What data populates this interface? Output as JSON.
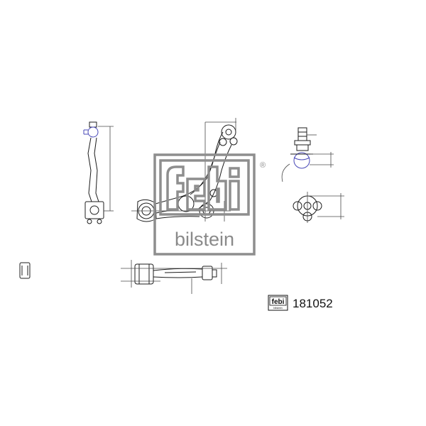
{
  "watermark": {
    "brand_top": "febi",
    "brand_bottom": "bilstein",
    "registered": "®"
  },
  "part_label": {
    "logo_top": "febi",
    "logo_bottom": "bilstein",
    "part_number": "181052"
  },
  "colors": {
    "line": "#1c1c1c",
    "dimension": "#4a4a4a",
    "accent": "#4848b8",
    "watermark": "#8e8e8e"
  }
}
